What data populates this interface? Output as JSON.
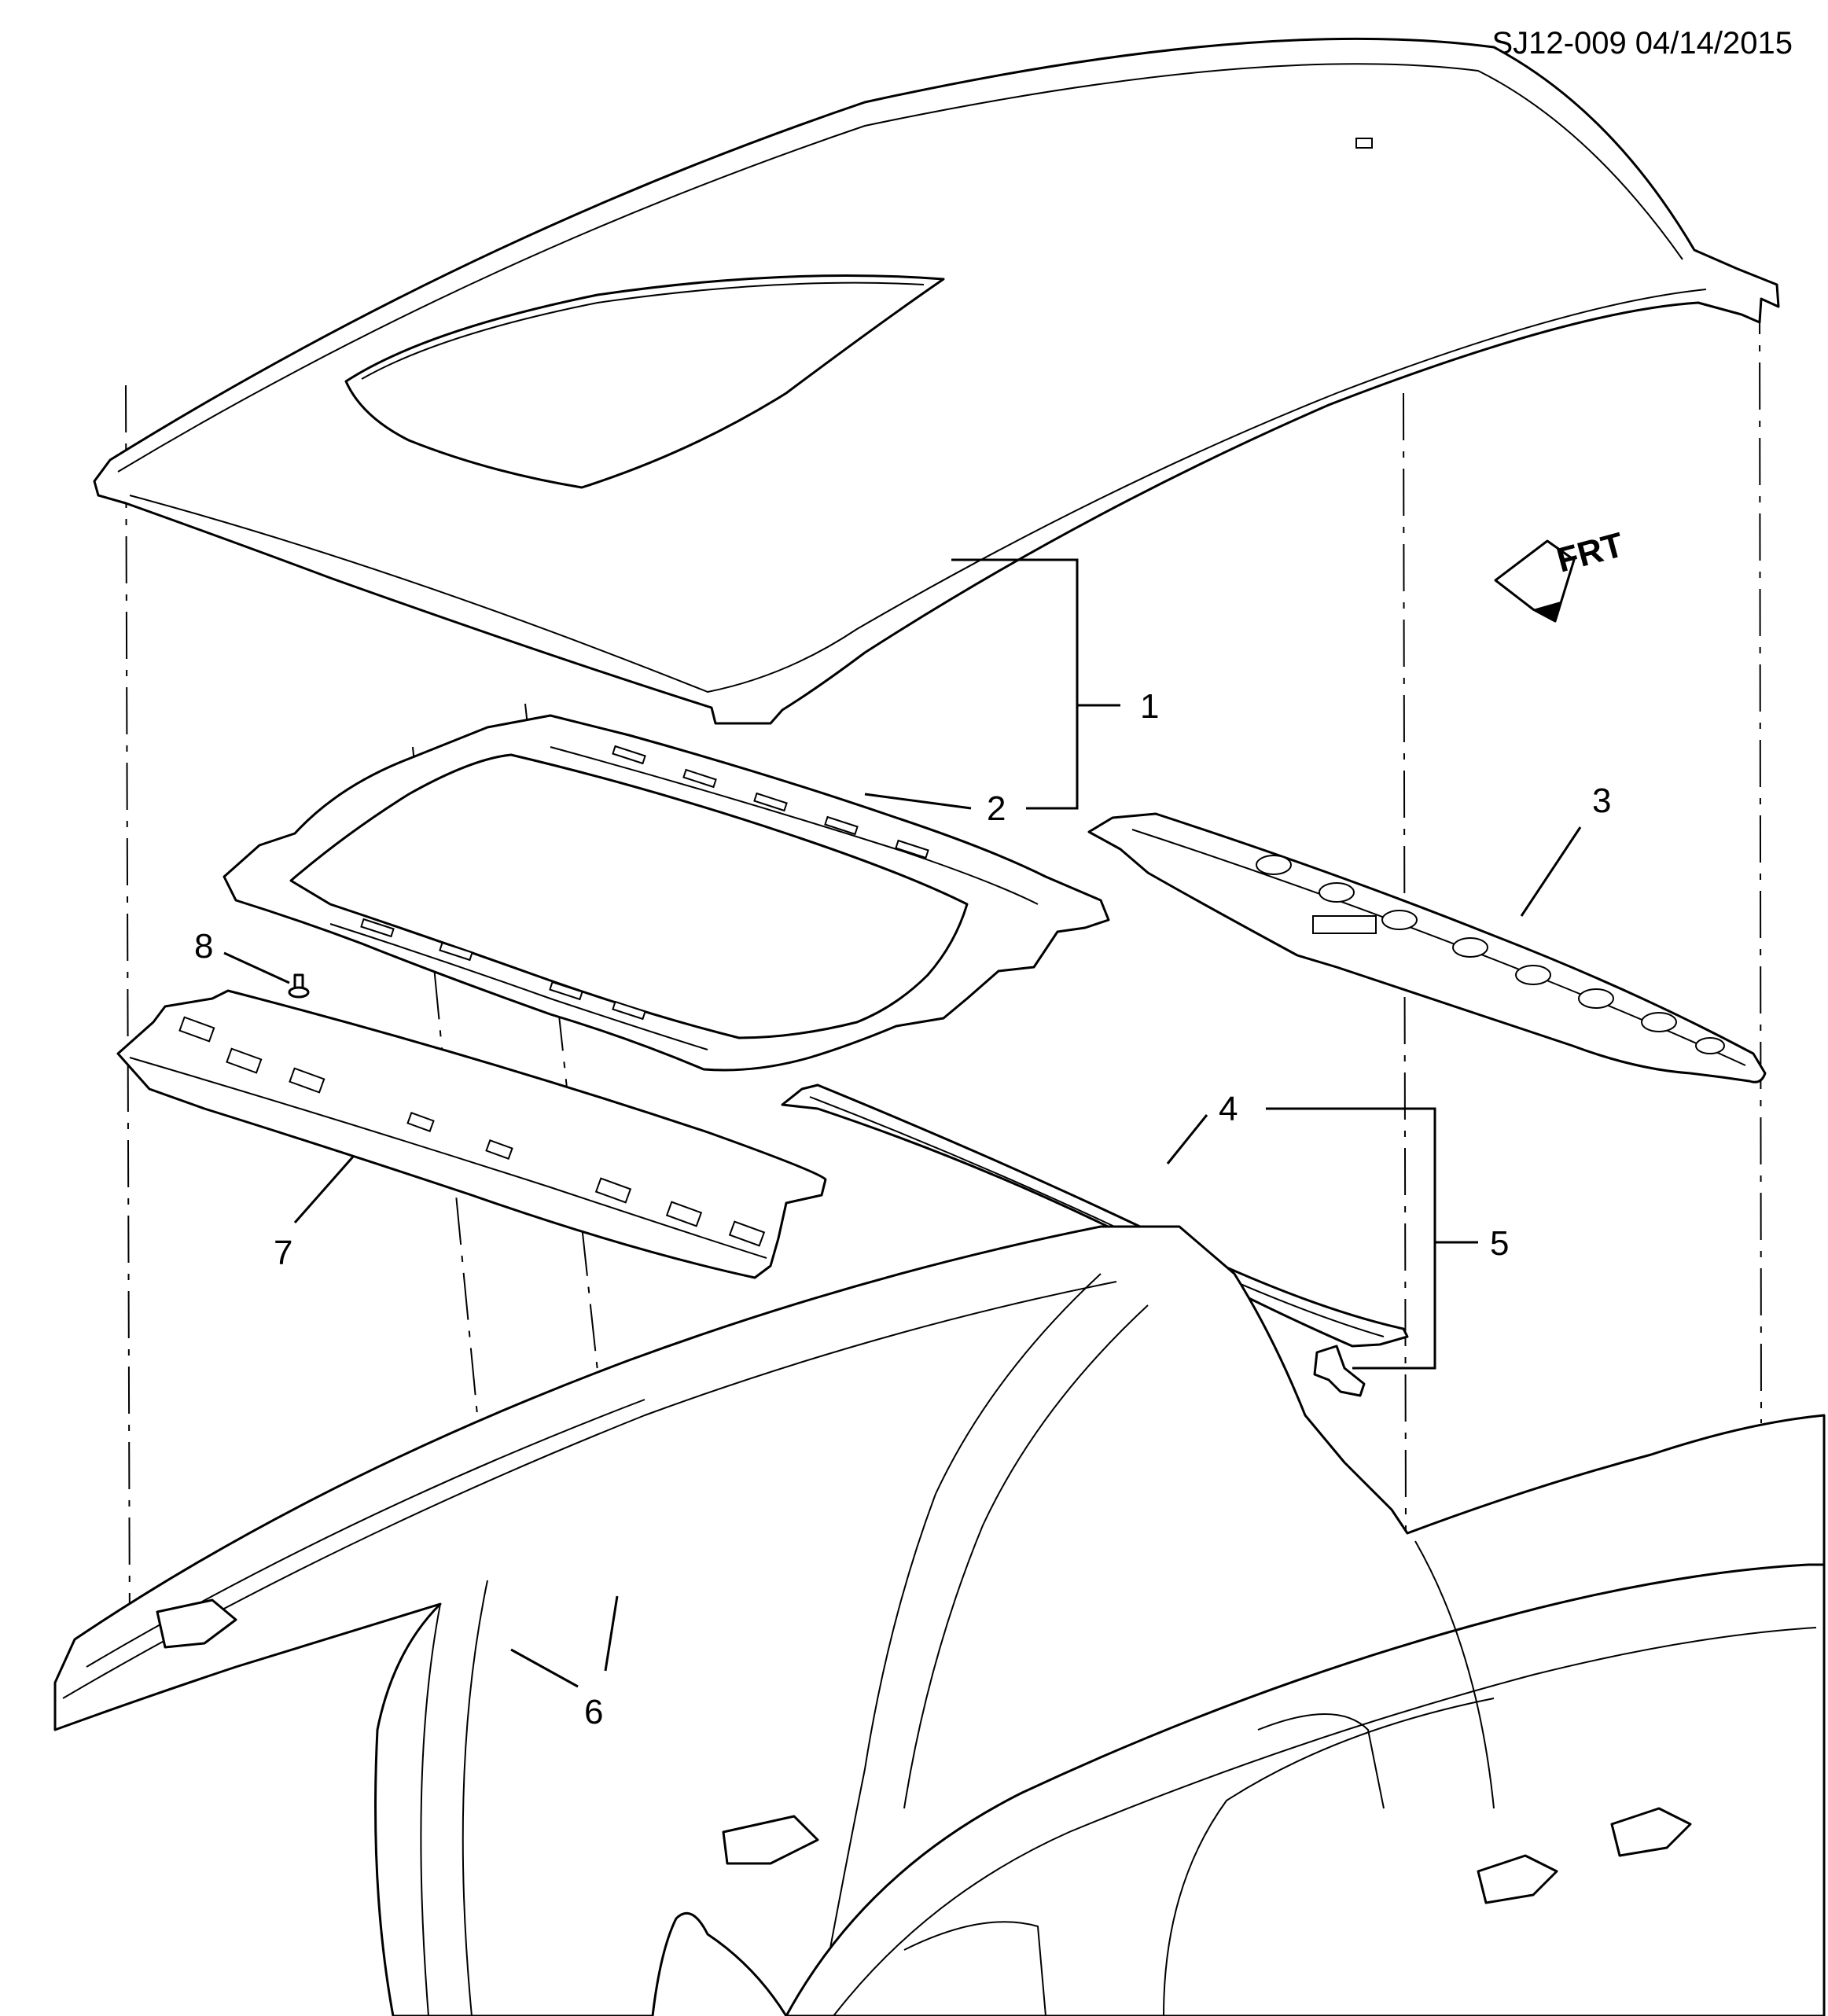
{
  "header": {
    "code": "SJ12-009 04/14/2015"
  },
  "frt_indicator": {
    "label": "FRT"
  },
  "callouts": [
    {
      "id": "1",
      "label": "1"
    },
    {
      "id": "2",
      "label": "2"
    },
    {
      "id": "3",
      "label": "3"
    },
    {
      "id": "4",
      "label": "4"
    },
    {
      "id": "5",
      "label": "5"
    },
    {
      "id": "6",
      "label": "6"
    },
    {
      "id": "7",
      "label": "7"
    },
    {
      "id": "8",
      "label": "8"
    }
  ]
}
